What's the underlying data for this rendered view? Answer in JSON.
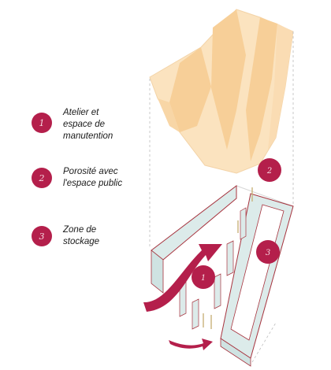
{
  "legend": [
    {
      "number": "1",
      "lines": [
        "Atelier et",
        "espace de",
        "manutention"
      ]
    },
    {
      "number": "2",
      "lines": [
        "Porosité avec",
        "l'espace public"
      ]
    },
    {
      "number": "3",
      "lines": [
        "Zone de",
        "stockage"
      ]
    }
  ],
  "diagram_badges": [
    "1",
    "2",
    "3"
  ],
  "colors": {
    "accent": "#b41f4b",
    "roof_light": "#fbe3bf",
    "roof_dark": "#f6c98d",
    "wall_fill": "#dcebea",
    "wall_edge": "#a8343f"
  }
}
